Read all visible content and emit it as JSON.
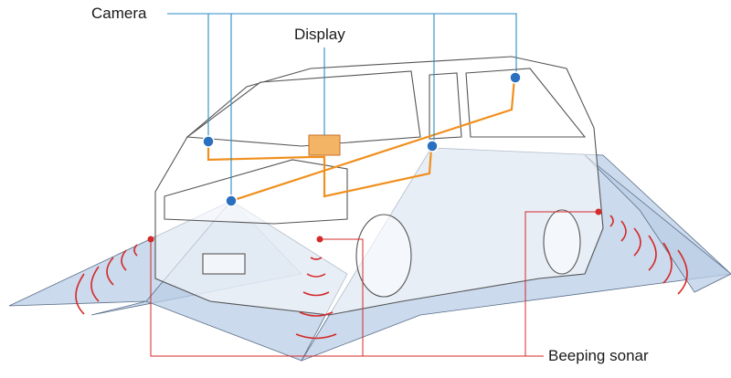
{
  "labels": {
    "camera": "Camera",
    "display": "Display",
    "sonar": "Beeping sonar"
  },
  "colors": {
    "callout_blue": "#2a8bc4",
    "camera_dot": "#2a6fc0",
    "wiring_orange": "#f0901e",
    "display_fill": "#f3b466",
    "sonar_red": "#d42a2a",
    "coverage_fill": "#b9cde6",
    "vehicle_line": "#555555"
  }
}
